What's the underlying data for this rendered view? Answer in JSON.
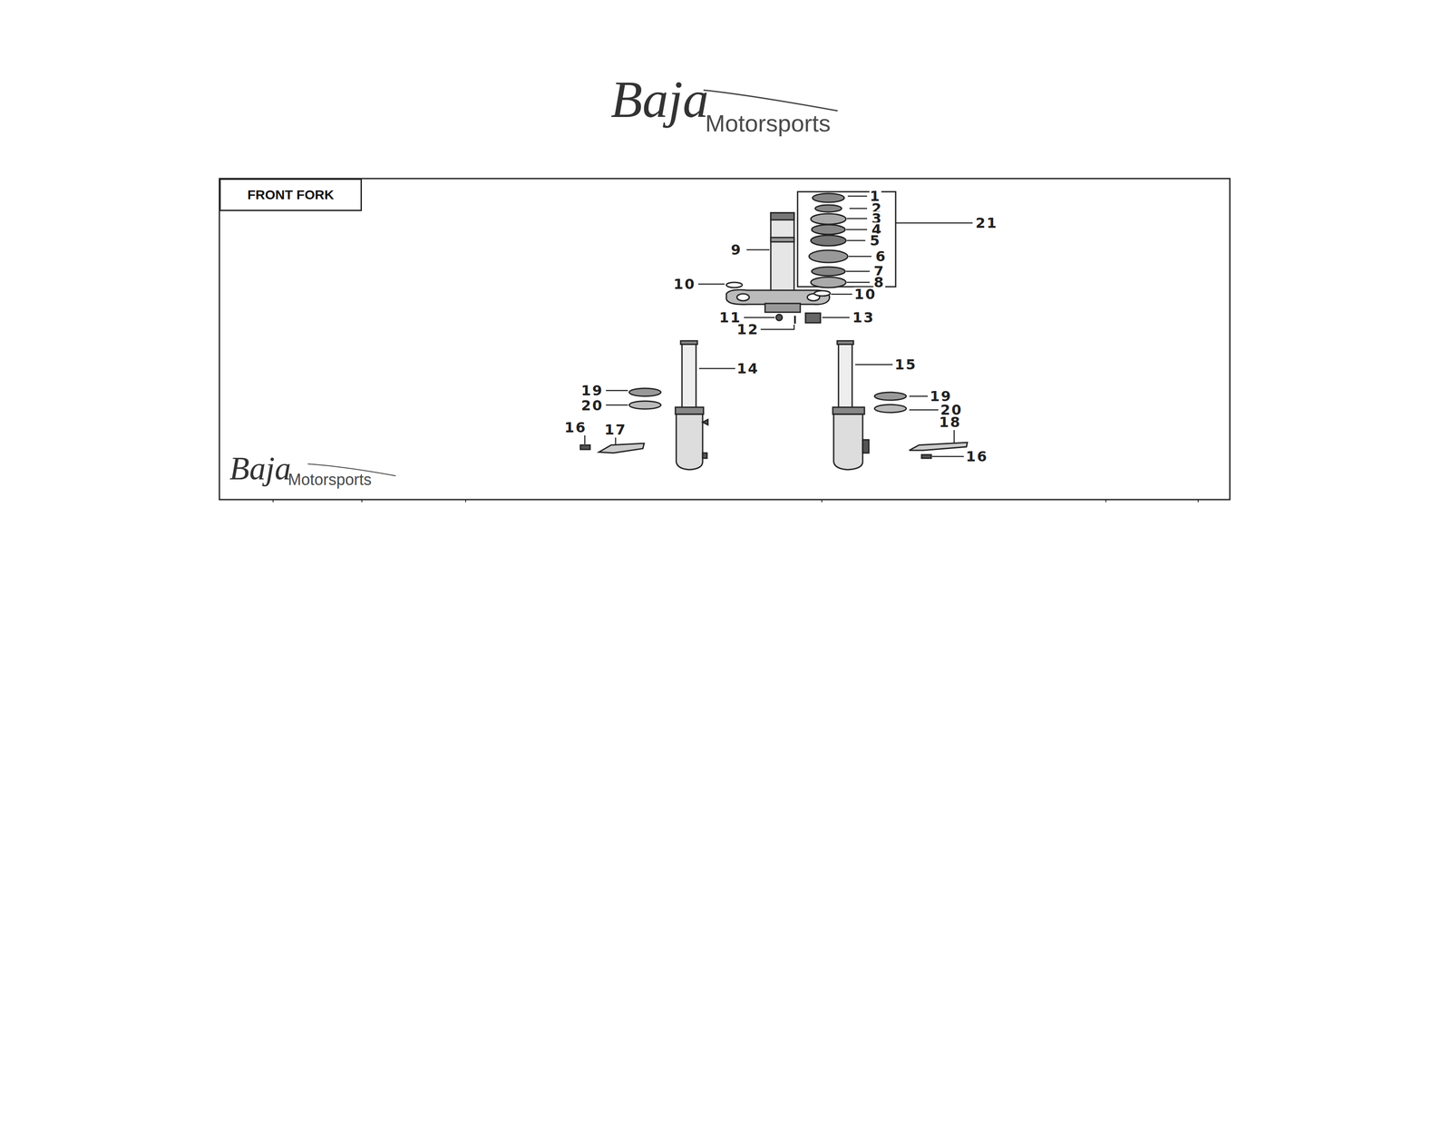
{
  "diagram": {
    "nodes": [
      {
        "text": [
          "FRONT FORK"
        ]
      }
    ],
    "labels": [
      "Baja",
      "Motorsports",
      "1",
      "2",
      "3",
      "4",
      "5",
      "6",
      "7",
      "8",
      "21",
      "9",
      "10",
      "10",
      "11",
      "12",
      "13",
      "14",
      "15",
      "19",
      "20",
      "16",
      "17",
      "19",
      "20",
      "18",
      "16",
      "Baja",
      "Motorsports"
    ]
  }
}
